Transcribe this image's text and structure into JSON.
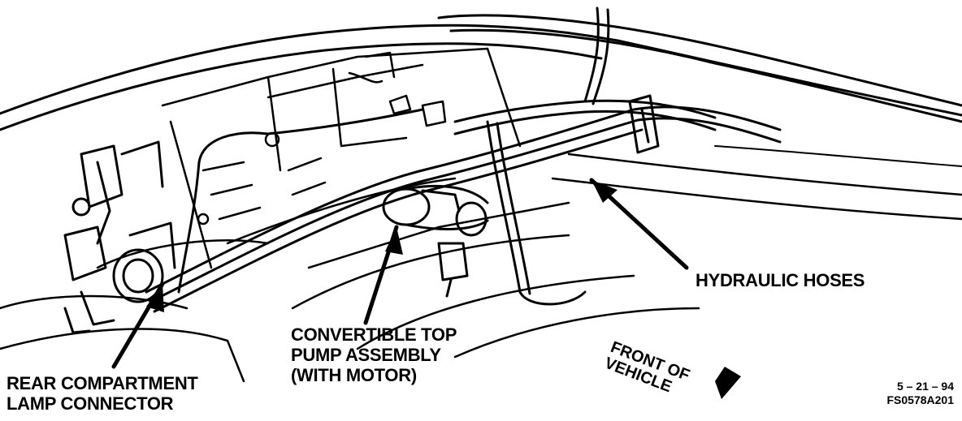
{
  "labels": {
    "rear_lamp_connector": [
      "REAR COMPARTMENT",
      "LAMP CONNECTOR"
    ],
    "pump_assembly": [
      "CONVERTIBLE TOP",
      "PUMP ASSEMBLY",
      "(WITH MOTOR)"
    ],
    "hydraulic_hoses": "HYDRAULIC HOSES",
    "front_of_vehicle": [
      "FRONT OF",
      "VEHICLE"
    ]
  },
  "meta": {
    "date": "5 – 21 – 94",
    "figure_code": "FS0578A201"
  },
  "colors": {
    "ink": "#000000",
    "paper": "#ffffff"
  }
}
